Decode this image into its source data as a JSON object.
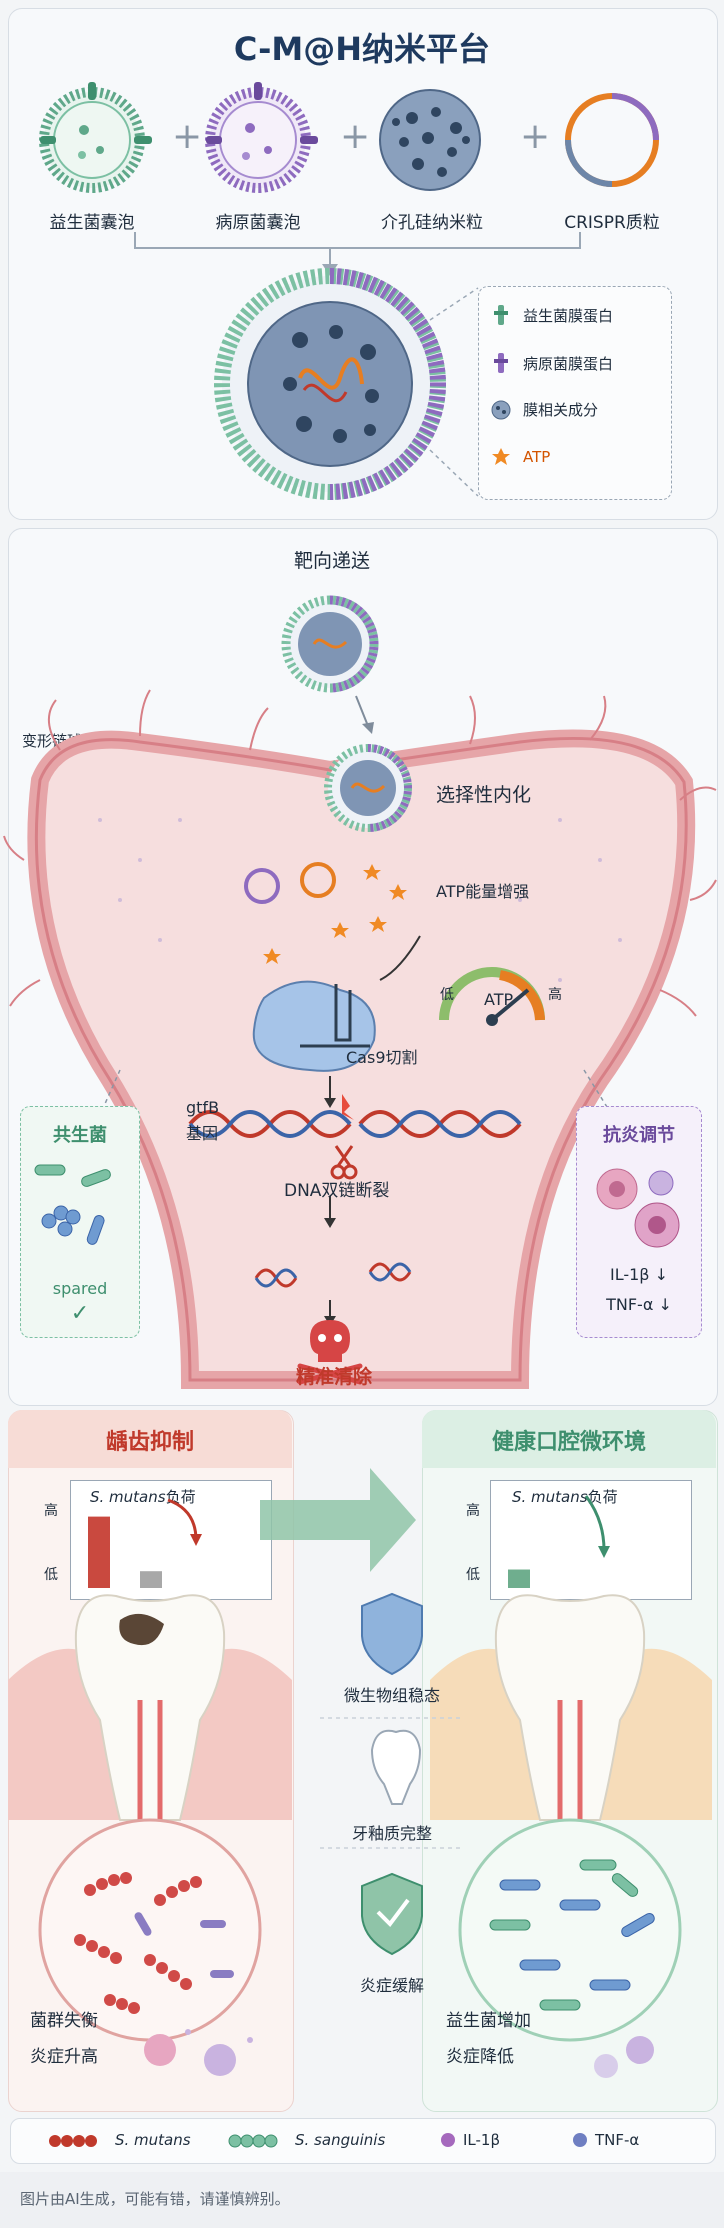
{
  "title": "C-M@H纳米平台",
  "components": [
    {
      "label": "益生菌囊泡"
    },
    {
      "label": "病原菌囊泡"
    },
    {
      "label": "介孔硅纳米粒"
    },
    {
      "label": "CRISPR质粒"
    }
  ],
  "legend": [
    {
      "label": "益生菌膜蛋白"
    },
    {
      "label": "病原菌膜蛋白"
    },
    {
      "label": "膜相关成分"
    },
    {
      "label": "ATP"
    }
  ],
  "process": {
    "targeted_delivery": "靶向递送",
    "bacterium": "变形链球菌",
    "internalization": "选择性内化",
    "atp_enhance": "ATP能量增强",
    "gauge_low": "低",
    "gauge_high": "高",
    "gauge_label": "ATP",
    "cas9": "Cas9切割",
    "gene": "gtfB\n基因",
    "gene_line1": "gtfB",
    "gene_line2": "基因",
    "dsb": "DNA双链断裂",
    "clearance": "精准清除"
  },
  "commensal": {
    "title": "共生菌",
    "spared": "spared"
  },
  "anti_inflammatory": {
    "title": "抗炎调节",
    "il1b": "IL-1β ↓",
    "tnfa": "TNF-α ↓"
  },
  "outcome_left": {
    "title": "龋齿抑制",
    "chart_title_italic": "S. mutans",
    "chart_title_rest": "负荷",
    "y_high": "高",
    "y_low": "低",
    "note1": "菌群失衡",
    "note2": "炎症升高"
  },
  "outcome_right": {
    "title": "健康口腔微环境",
    "chart_title_italic": "S. mutans",
    "chart_title_rest": "负荷",
    "y_high": "高",
    "y_low": "低",
    "note1": "益生菌增加",
    "note2": "炎症降低"
  },
  "benefits": [
    {
      "label": "微生物组稳态"
    },
    {
      "label": "牙釉质完整"
    },
    {
      "label": "炎症缓解"
    }
  ],
  "bottom_legend": [
    {
      "label": "S. mutans",
      "color": "#c0392b"
    },
    {
      "label": "S. sanguinis",
      "color": "#4e9a7c"
    },
    {
      "label": "IL-1β",
      "color": "#a569bd"
    },
    {
      "label": "TNF-α",
      "color": "#6f7fc2"
    }
  ],
  "chart_data": [
    {
      "type": "bar",
      "title": "S. mutans负荷",
      "categories": [
        "",
        ""
      ],
      "values": [
        0.85,
        0.2
      ],
      "ylabel": "",
      "ytick_labels": [
        "高",
        "低"
      ]
    },
    {
      "type": "bar",
      "title": "S. mutans负荷",
      "categories": [
        ""
      ],
      "values": [
        0.22
      ],
      "ylabel": "",
      "ytick_labels": [
        "高",
        "低"
      ]
    }
  ],
  "footer": "图片由AI生成，可能有错，请谨慎辨别。",
  "colors": {
    "probiotic": "#5fa88a",
    "pathogen": "#8e6bbf",
    "silica": "#6d86a8",
    "atp": "#f08a24",
    "danger": "#c0392b",
    "healthy": "#3e8f6e"
  }
}
